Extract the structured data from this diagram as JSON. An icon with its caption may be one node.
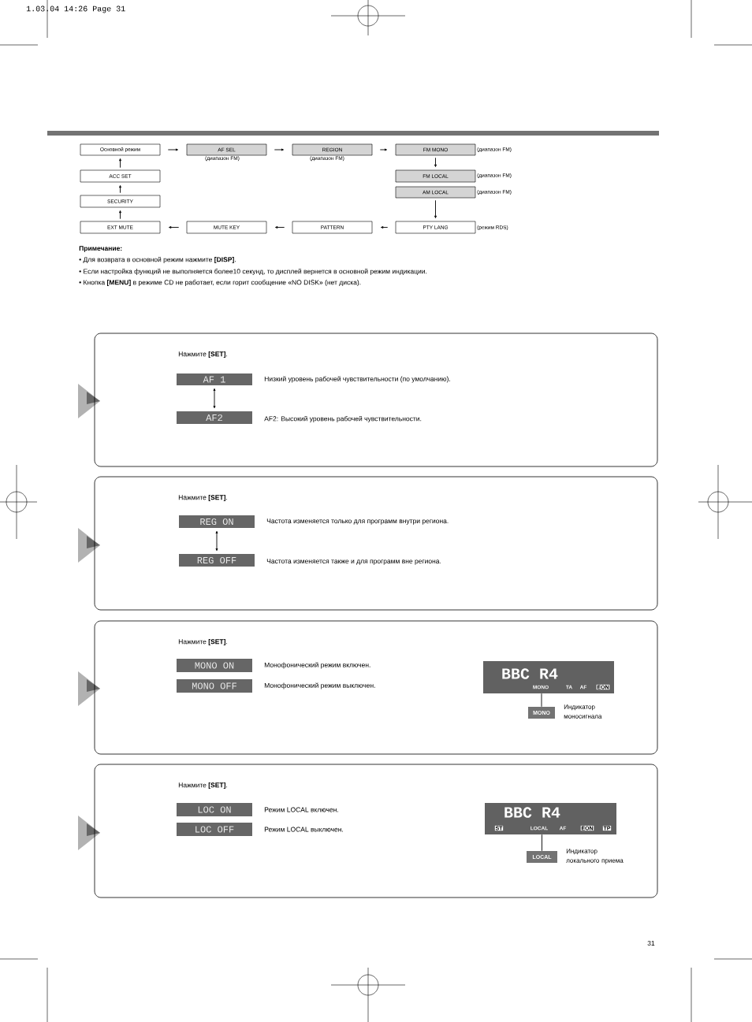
{
  "diagram": {
    "nodes": [
      {
        "text": [
          "Основной режим"
        ]
      },
      {
        "text": [
          "AF SEL"
        ],
        "beside": [
          "(диапазон FM)"
        ]
      },
      {
        "text": [
          "REGION"
        ],
        "beside": [
          "(диапазон FM)"
        ]
      },
      {
        "text": [
          "FM MONO"
        ],
        "beside": [
          "(диапазон FM)"
        ]
      },
      {
        "text": [
          "FM LOCAL"
        ],
        "beside": [
          "(диапазон FM)"
        ]
      },
      {
        "text": [
          "AM LOCAL"
        ],
        "beside": [
          "(диапазон FM)"
        ]
      },
      {
        "text": [
          "PTY LANG"
        ],
        "beside": [
          "(режим RDS)"
        ]
      },
      {
        "text": [
          "PATTERN"
        ]
      },
      {
        "text": [
          "MUTE KEY"
        ]
      },
      {
        "text": [
          "EXT MUTE"
        ]
      },
      {
        "text": [
          "SECURITY"
        ]
      },
      {
        "text": [
          "ACC SET"
        ]
      },
      {
        "text": [
          "Нажмите **[SET]**."
        ]
      },
      {
        "text": [
          "AF 1"
        ],
        "in": 12,
        "beside": [
          "Низкий уровень рабочей чувствительности (по умолчанию)."
        ]
      },
      {
        "text": [
          "AF2"
        ],
        "in": 12,
        "beside": [
          "AF2: Высокий уровень рабочей чувствительности."
        ]
      },
      {
        "text": [
          "Нажмите **[SET]**."
        ]
      },
      {
        "text": [
          "REG ON"
        ],
        "in": 15,
        "beside": [
          "Частота изменяется только для программ внутри региона."
        ]
      },
      {
        "text": [
          "REG OFF"
        ],
        "in": 15,
        "beside": [
          "Частота изменяется также и для программ вне региона."
        ]
      },
      {
        "text": [
          "Нажмите **[SET]**."
        ]
      },
      {
        "text": [
          "MONO ON"
        ],
        "in": 18,
        "beside": [
          "Монофонический режим включен."
        ]
      },
      {
        "text": [
          "MONO OFF"
        ],
        "in": 18,
        "beside": [
          "Монофонический режим выключен."
        ]
      },
      {
        "text": [
          "BBC R4",
          "MONO",
          "TA",
          "AF",
          "EON"
        ],
        "in": 18
      },
      {
        "text": [
          "MONO"
        ],
        "in": 18,
        "beside": [
          "Индикатор моносигнала"
        ]
      },
      {
        "text": [
          "Нажмите **[SET]**."
        ]
      },
      {
        "text": [
          "LOC ON"
        ],
        "in": 23,
        "beside": [
          "Режим LOCAL включен."
        ]
      },
      {
        "text": [
          "LOC OFF"
        ],
        "in": 23,
        "beside": [
          "Режим LOCAL выключен."
        ]
      },
      {
        "text": [
          "BBC R4",
          "ST",
          "LOCAL",
          "AF",
          "EON",
          "TP"
        ],
        "in": 23
      },
      {
        "text": [
          "LOCAL"
        ],
        "in": 23,
        "beside": [
          "Индикатор локального приема"
        ]
      }
    ],
    "edges": [
      {
        "from": 0,
        "to": 1,
        "arrow": "to"
      },
      {
        "from": 1,
        "to": 2,
        "arrow": "to"
      },
      {
        "from": 2,
        "to": 3,
        "arrow": "to"
      },
      {
        "from": 3,
        "to": 4,
        "arrow": "to"
      },
      {
        "from": 5,
        "to": 6,
        "arrow": "to"
      },
      {
        "from": 6,
        "to": 7,
        "arrow": "to"
      },
      {
        "from": 7,
        "to": 8,
        "arrow": "to"
      },
      {
        "from": 8,
        "to": 9,
        "arrow": "to"
      },
      {
        "from": 9,
        "to": 10,
        "arrow": "to"
      },
      {
        "from": 10,
        "to": 11,
        "arrow": "to"
      },
      {
        "from": 11,
        "to": 0,
        "arrow": "to"
      },
      {
        "from": 13,
        "to": 14,
        "arrow": "both"
      },
      {
        "from": 16,
        "to": 17,
        "arrow": "both"
      },
      {
        "from": 22,
        "to": 21,
        "arrow": "none"
      },
      {
        "from": 27,
        "to": 26,
        "arrow": "none"
      }
    ],
    "labels": [
      "1.03.04  14:26  Page 31",
      "Примечание:",
      "• Для возврата в основной режим нажмите **[DISP]**.",
      "• Если  настройка функций не выполняется более10 секунд, то дисплей вернется в основной режим  индикации.",
      "• Кнопка **[MENU]** в режиме CD не работает, если горит сообщение «NO DISK» (нет диска).",
      "31"
    ]
  }
}
